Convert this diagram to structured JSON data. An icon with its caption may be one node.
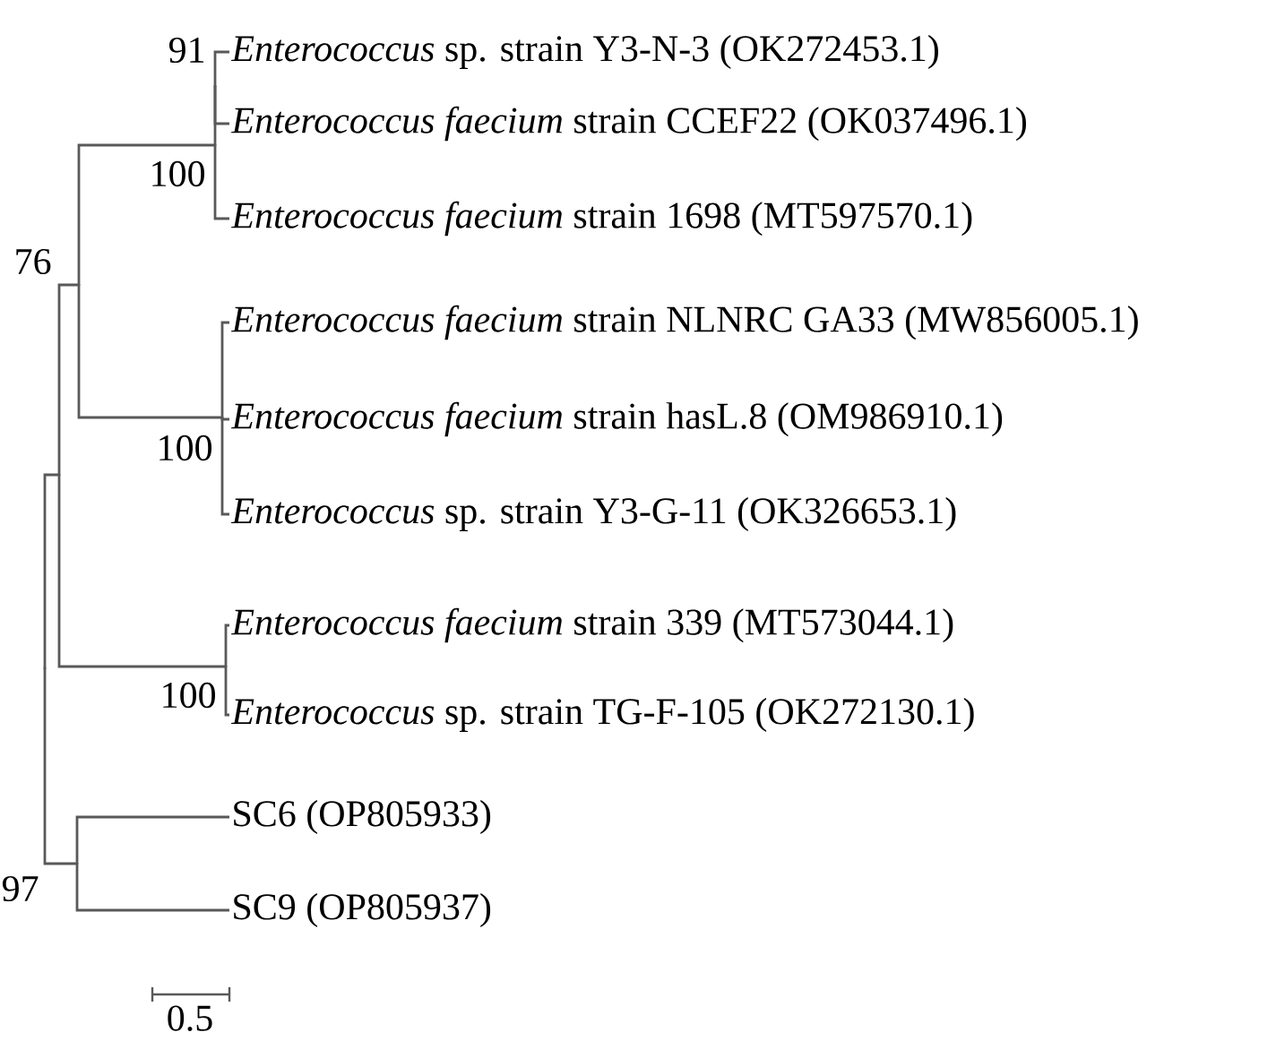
{
  "diagram": {
    "nodes": [
      {
        "text": [
          "*Enterococcus* sp. strain Y3-N-3 (OK272453.1)"
        ]
      },
      {
        "text": [
          "*Enterococcus faecium* strain CCEF22 (OK037496.1)"
        ]
      },
      {
        "text": [
          "*Enterococcus faecium* strain 1698 (MT597570.1)"
        ]
      },
      {
        "text": [
          "*Enterococcus faecium* strain NLNRC GA33 (MW856005.1)"
        ]
      },
      {
        "text": [
          "*Enterococcus faecium* strain hasL.8 (OM986910.1)"
        ]
      },
      {
        "text": [
          "*Enterococcus* sp. strain Y3-G-11 (OK326653.1)"
        ]
      },
      {
        "text": [
          "*Enterococcus faecium* strain 339 (MT573044.1)"
        ]
      },
      {
        "text": [
          "*Enterococcus* sp. strain TG-F-105 (OK272130.1)"
        ]
      },
      {
        "text": [
          "SC6 (OP805933)"
        ]
      },
      {
        "text": [
          "SC9 (OP805937)"
        ]
      },
      {
        "text": [],
        "shape": "point"
      },
      {
        "text": [],
        "shape": "point"
      },
      {
        "text": [],
        "shape": "point",
        "beside": [
          "76"
        ]
      },
      {
        "text": [],
        "shape": "point",
        "beside": [
          "100"
        ]
      },
      {
        "text": [],
        "shape": "point",
        "beside": [
          "91"
        ]
      },
      {
        "text": [],
        "shape": "point",
        "beside": [
          "100"
        ]
      },
      {
        "text": [],
        "shape": "point",
        "beside": [
          "100"
        ]
      },
      {
        "text": [],
        "shape": "point",
        "beside": [
          "97"
        ]
      }
    ],
    "edges": [
      {
        "from": 10,
        "to": 11,
        "arrow": "none"
      },
      {
        "from": 10,
        "to": 17,
        "arrow": "none"
      },
      {
        "from": 11,
        "to": 12,
        "arrow": "none"
      },
      {
        "from": 11,
        "to": 16,
        "arrow": "none"
      },
      {
        "from": 12,
        "to": 13,
        "arrow": "none"
      },
      {
        "from": 12,
        "to": 15,
        "arrow": "none"
      },
      {
        "from": 13,
        "to": 14,
        "arrow": "none"
      },
      {
        "from": 13,
        "to": 2,
        "arrow": "none"
      },
      {
        "from": 14,
        "to": 0,
        "arrow": "none"
      },
      {
        "from": 14,
        "to": 1,
        "arrow": "none"
      },
      {
        "from": 15,
        "to": 3,
        "arrow": "none"
      },
      {
        "from": 15,
        "to": 4,
        "arrow": "none"
      },
      {
        "from": 15,
        "to": 5,
        "arrow": "none"
      },
      {
        "from": 16,
        "to": 6,
        "arrow": "none"
      },
      {
        "from": 16,
        "to": 7,
        "arrow": "none"
      },
      {
        "from": 17,
        "to": 8,
        "arrow": "none"
      },
      {
        "from": 17,
        "to": 9,
        "arrow": "none"
      }
    ],
    "labels": [
      "0.5"
    ]
  }
}
